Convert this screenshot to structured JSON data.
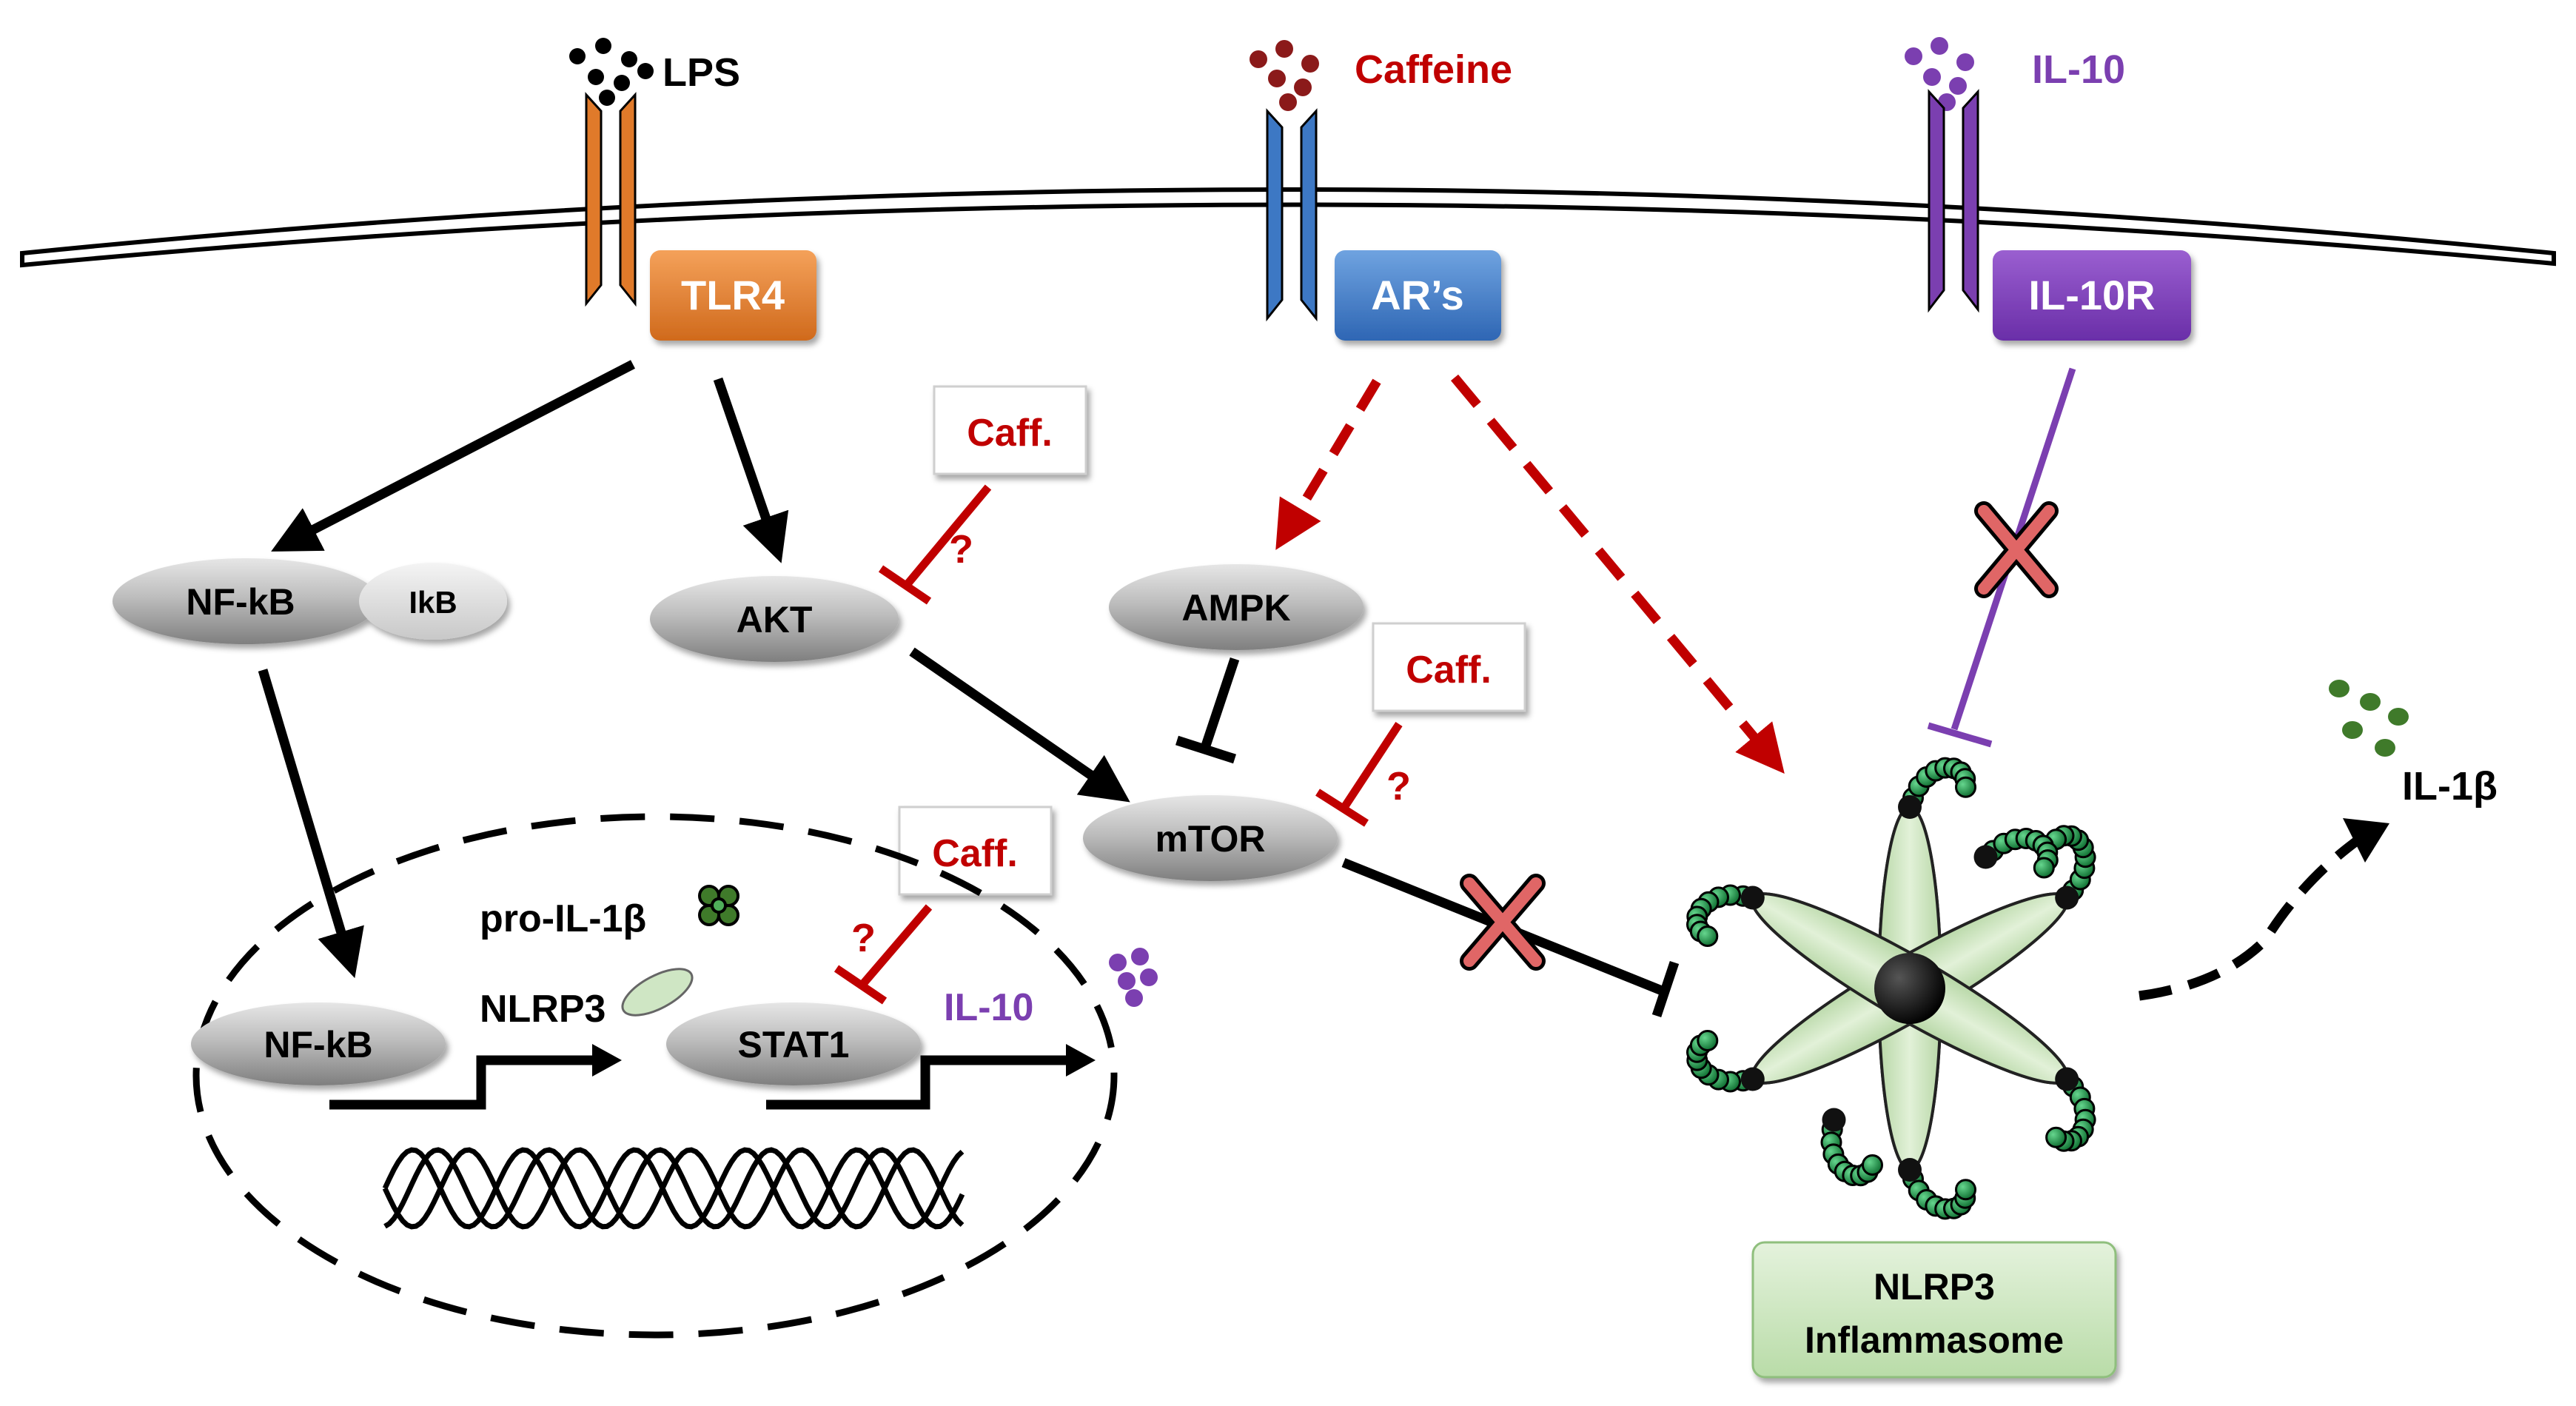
{
  "ligands": {
    "lps": "LPS",
    "caffeine": "Caffeine",
    "il10": "IL-10"
  },
  "receptors": {
    "tlr4": "TLR4",
    "ars": "AR’s",
    "il10r": "IL-10R"
  },
  "proteins": {
    "nfkb_cyto": "NF-kB",
    "ikb": "IkB",
    "akt": "AKT",
    "ampk": "AMPK",
    "mtor": "mTOR",
    "nfkb_nuc": "NF-kB",
    "stat1": "STAT1"
  },
  "caff_labels": {
    "akt_inhibitor": "Caff.",
    "mtor_inhibitor": "Caff.",
    "stat1_inhibitor": "Caff."
  },
  "question_marks": {
    "akt": "?",
    "mtor": "?",
    "stat1": "?"
  },
  "nucleus": {
    "pro_il1b": "pro-IL-1β",
    "nlrp3_gene": "NLRP3",
    "il10_gene": "IL-10"
  },
  "inflammasome": {
    "line1": "NLRP3",
    "line2": "Inflammasome"
  },
  "output": {
    "il1b": "IL-1β"
  },
  "colors": {
    "tlr4": "#e07a2a",
    "ars": "#3d78c4",
    "il10": "#7b3fb0",
    "caffeine": "#c00000",
    "particle_green": "#3f7a2a",
    "inflammasome_fill": "#cfe6c4",
    "bead_green": "#1f9a4a"
  }
}
